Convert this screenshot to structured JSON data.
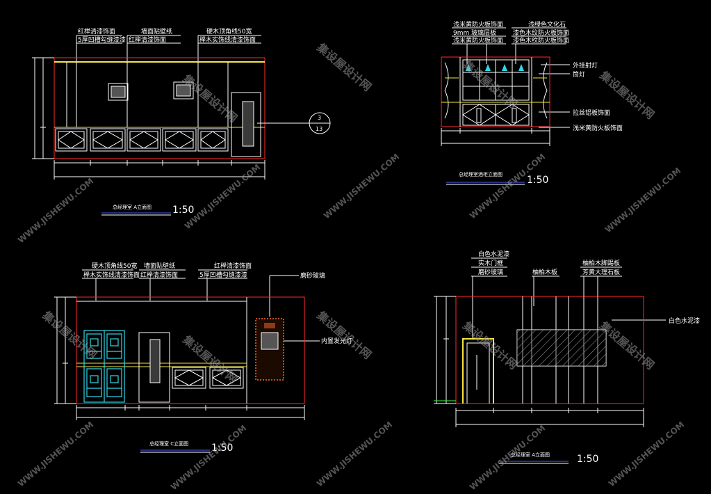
{
  "drawing_1": {
    "labels": [
      {
        "line1": "红榉清漆饰面",
        "line2": "5厚凹槽勾缝漆漆"
      },
      {
        "line1": "墙面贴壁纸",
        "line2": "红榉清漆饰面"
      },
      {
        "line1": "硬木顶角线50宽",
        "line2": "榉木实饰线清漆饰面"
      }
    ],
    "callout_top": "3",
    "callout_bottom": "13",
    "title": "总经理室   A立面图",
    "scale": "1:50"
  },
  "drawing_2": {
    "labels_left": [
      "浅米黄防火板饰面",
      "9mm 玻璃层板",
      "浅米黄防火板饰面"
    ],
    "labels_right": [
      "浅绿色文化石",
      "漆色木纹防火板饰面",
      "漆色木纹防火板饰面"
    ],
    "labels_side": [
      "外挂射灯",
      "筒灯",
      "拉丝铝板饰面",
      "浅米黄防火板饰面"
    ],
    "title": "总经理室酒柜立面图",
    "scale": "1:50"
  },
  "drawing_3": {
    "labels": [
      {
        "line1": "硬木顶角线50宽",
        "line2": "榉木实饰线清漆饰面"
      },
      {
        "line1": "墙面贴壁纸",
        "line2": "红榉清漆饰面"
      },
      {
        "line1": "红榉清漆饰面",
        "line2": "5厚凹槽勾缝漆漆"
      }
    ],
    "side_top": "磨砂玻璃",
    "side_mid": "内置发光灯",
    "title": "总经理室   C立面图",
    "scale": "1:50"
  },
  "drawing_4": {
    "labels_stack": [
      "白色水泥漆",
      "实木门框",
      "磨砂玻璃"
    ],
    "label_mid": "柚柏木板",
    "labels_right": [
      "柚柏木脚踢板",
      "芳黄大理石板"
    ],
    "side_right": "白色水泥漆",
    "title": "总经理室   A立面图",
    "scale": "1:50"
  },
  "watermark": {
    "cn": "集设屋设计网",
    "en": "WWW.JISHEWU.COM"
  },
  "colors": {
    "background": "#000000",
    "line_white": "#ffffff",
    "line_red": "#ff2a2a",
    "line_yellow": "#f5e642",
    "line_cyan": "#2fd8e8",
    "underline_blue": "#4a5cff",
    "line_green": "#3cff3c"
  }
}
